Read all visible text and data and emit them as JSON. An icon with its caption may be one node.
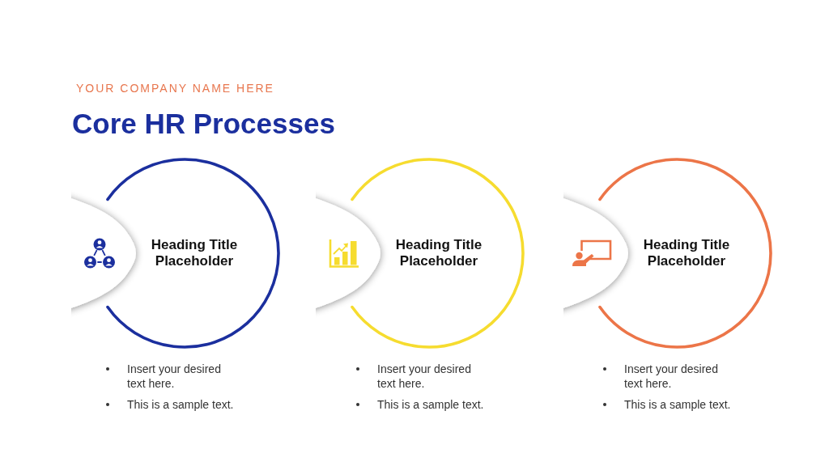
{
  "diagram": {
    "title": "Core HR Processes",
    "nodes": [
      {
        "text": [
          "Heading Title Placeholder"
        ],
        "beside": [
          "Insert your desired text here.",
          "This is a sample text."
        ]
      },
      {
        "text": [
          "Heading Title Placeholder"
        ],
        "beside": [
          "Insert your desired text here.",
          "This is a sample text."
        ]
      },
      {
        "text": [
          "Heading Title Placeholder"
        ],
        "beside": [
          "Insert your desired text here.",
          "This is a sample text."
        ]
      }
    ],
    "labels": [
      "YOUR COMPANY NAME HERE"
    ]
  }
}
